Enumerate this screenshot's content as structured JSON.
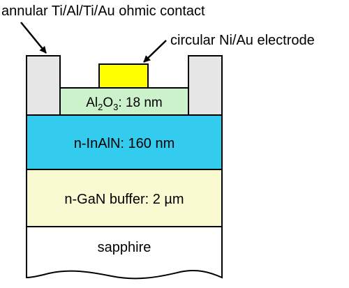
{
  "labels": {
    "ohmic_contact": "annular Ti/Al/Ti/Au ohmic contact",
    "electrode": "circular Ni/Au electrode",
    "oxide_prefix": "Al",
    "oxide_sub1": "2",
    "oxide_mid": "O",
    "oxide_sub2": "3",
    "oxide_suffix": ": 18 nm",
    "inaln": "n-InAlN: 160 nm",
    "gan": "n-GaN buffer: 2 µm",
    "substrate": "sapphire"
  },
  "colors": {
    "ohmic_contact": "#e6e6e6",
    "electrode": "#ffff00",
    "oxide": "#ccf2cc",
    "inaln": "#33ccee",
    "gan": "#fafad2",
    "substrate": "#ffffff",
    "outline": "#000000"
  }
}
